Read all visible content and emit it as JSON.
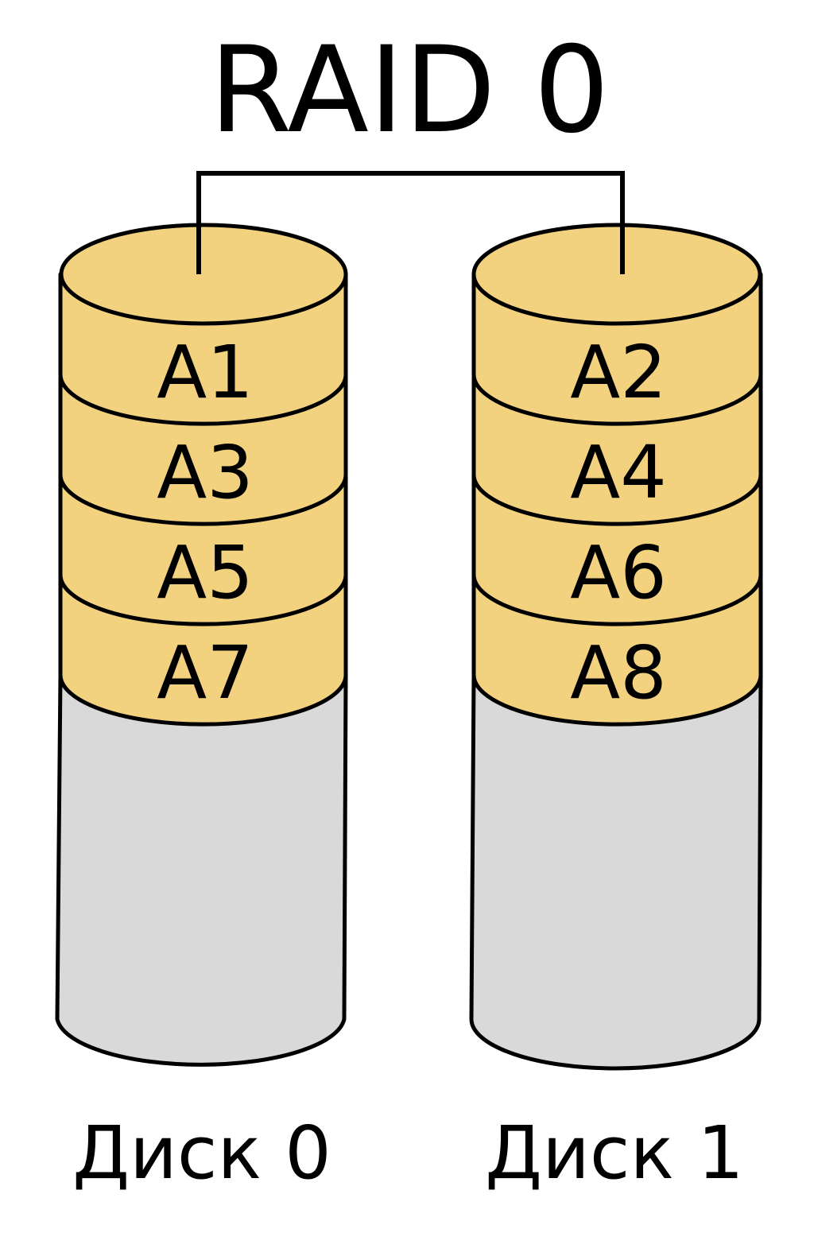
{
  "title": "RAID 0",
  "colors": {
    "block_fill": "#f2d27e",
    "empty_fill": "#d9d9d9",
    "stroke": "#000000",
    "background": "#ffffff"
  },
  "disks": [
    {
      "label": "Диск 0",
      "blocks": [
        "A1",
        "A3",
        "A5",
        "A7"
      ]
    },
    {
      "label": "Диск 1",
      "blocks": [
        "A2",
        "A4",
        "A6",
        "A8"
      ]
    }
  ]
}
